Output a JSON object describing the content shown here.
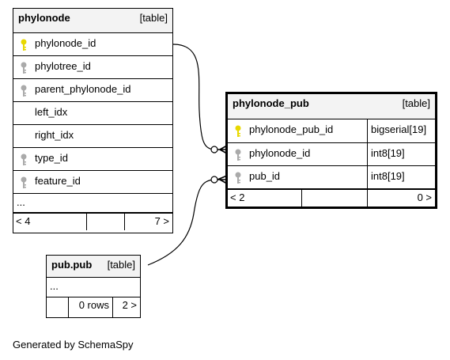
{
  "tables": {
    "phylonode": {
      "name": "phylonode",
      "kind": "[table]",
      "columns": [
        {
          "name": "phylonode_id",
          "key": "primary"
        },
        {
          "name": "phylotree_id",
          "key": "foreign"
        },
        {
          "name": "parent_phylonode_id",
          "key": "foreign"
        },
        {
          "name": "left_idx",
          "key": "none"
        },
        {
          "name": "right_idx",
          "key": "none"
        },
        {
          "name": "type_id",
          "key": "foreign"
        },
        {
          "name": "feature_id",
          "key": "foreign"
        }
      ],
      "more": "...",
      "footer": {
        "left": "< 4",
        "right": "7 >"
      }
    },
    "phylonode_pub": {
      "name": "phylonode_pub",
      "kind": "[table]",
      "columns": [
        {
          "name": "phylonode_pub_id",
          "type": "bigserial[19]",
          "key": "primary"
        },
        {
          "name": "phylonode_id",
          "type": "int8[19]",
          "key": "foreign"
        },
        {
          "name": "pub_id",
          "type": "int8[19]",
          "key": "foreign"
        }
      ],
      "footer": {
        "left": "< 2",
        "right": "0 >"
      }
    },
    "pub": {
      "name": "pub.pub",
      "kind": "[table]",
      "more": "...",
      "footer": {
        "rows": "0 rows",
        "right": "2 >"
      }
    }
  },
  "credit": "Generated by SchemaSpy",
  "colors": {
    "primary_key": "#e8d800",
    "foreign_key": "#aaaaaa",
    "header_bg": "#f3f3f3"
  }
}
